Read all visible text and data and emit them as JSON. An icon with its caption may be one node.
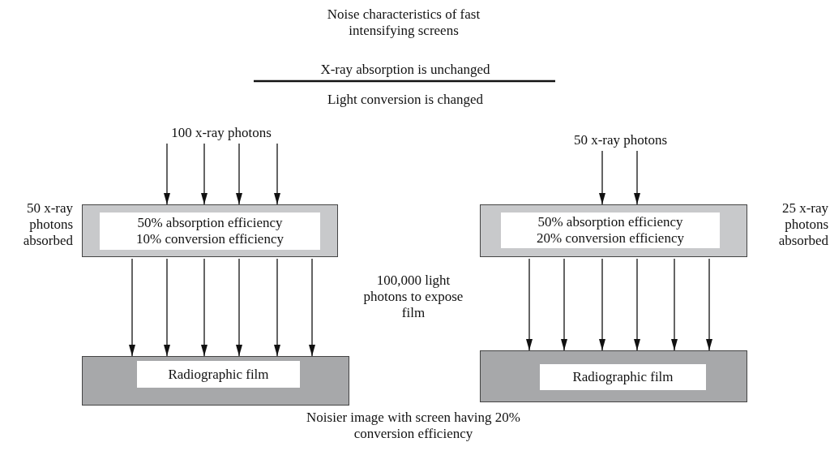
{
  "diagram": {
    "title": "Noise characteristics of fast intensifying screens",
    "caption": "Noisier image with screen having 20% conversion efficiency",
    "nodes": [
      {
        "text": [
          "100 x-ray photons"
        ]
      },
      {
        "text": [
          "50% absorption efficiency",
          "10% conversion efficiency"
        ],
        "beside": [
          "50 x-ray photons absorbed"
        ]
      },
      {
        "text": [
          "Radiographic film"
        ]
      },
      {
        "text": [
          "50 x-ray photons"
        ]
      },
      {
        "text": [
          "50% absorption efficiency",
          "20% conversion efficiency"
        ],
        "beside": [
          "25 x-ray photons absorbed"
        ]
      },
      {
        "text": [
          "Radiographic film"
        ]
      }
    ],
    "edges": [
      {
        "from": 0,
        "to": 1,
        "arrow": "to"
      },
      {
        "from": 0,
        "to": 1,
        "arrow": "to"
      },
      {
        "from": 0,
        "to": 1,
        "arrow": "to"
      },
      {
        "from": 0,
        "to": 1,
        "arrow": "to"
      },
      {
        "from": 1,
        "to": 2,
        "arrow": "to"
      },
      {
        "from": 1,
        "to": 2,
        "arrow": "to"
      },
      {
        "from": 1,
        "to": 2,
        "arrow": "to"
      },
      {
        "from": 1,
        "to": 2,
        "arrow": "to"
      },
      {
        "from": 1,
        "to": 2,
        "arrow": "to"
      },
      {
        "from": 1,
        "to": 2,
        "arrow": "to"
      },
      {
        "from": 3,
        "to": 4,
        "arrow": "to"
      },
      {
        "from": 3,
        "to": 4,
        "arrow": "to"
      },
      {
        "from": 4,
        "to": 5,
        "arrow": "to"
      },
      {
        "from": 4,
        "to": 5,
        "arrow": "to"
      },
      {
        "from": 4,
        "to": 5,
        "arrow": "to"
      },
      {
        "from": 4,
        "to": 5,
        "arrow": "to"
      },
      {
        "from": 4,
        "to": 5,
        "arrow": "to"
      },
      {
        "from": 4,
        "to": 5,
        "arrow": "to"
      }
    ],
    "labels": [
      "X-ray absorption is unchanged",
      "Light conversion is changed",
      "100,000 light photons to expose film"
    ]
  }
}
